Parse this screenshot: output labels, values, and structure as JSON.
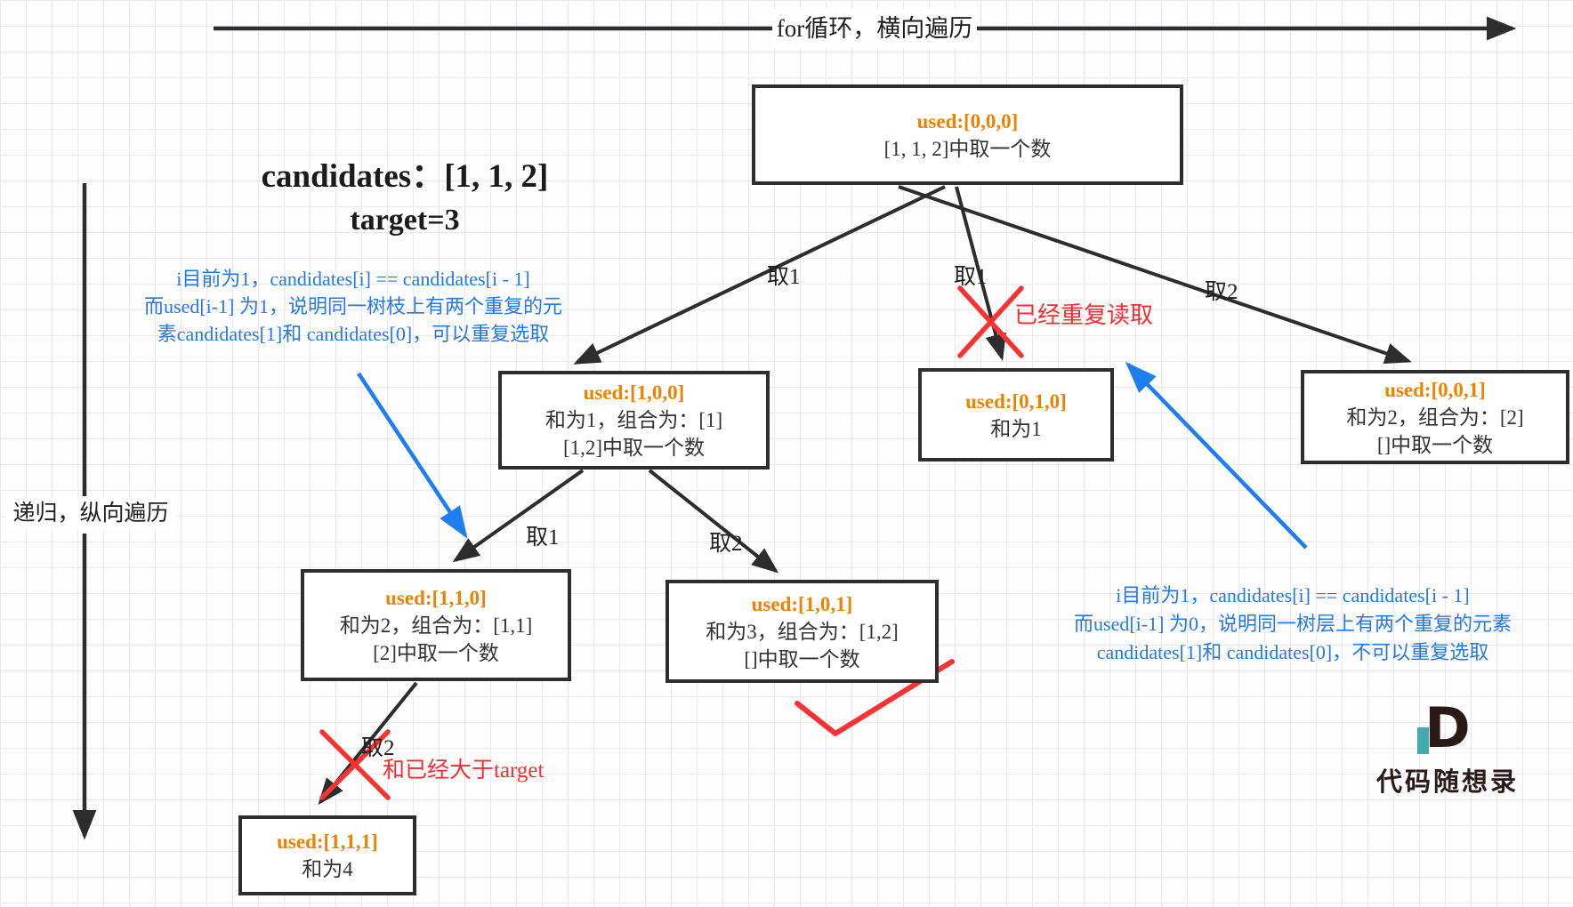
{
  "axes": {
    "horizontal_label": "for循环，横向遍历",
    "vertical_label": "递归，纵向遍历"
  },
  "problem": {
    "candidates": "candidates：[1, 1, 2]",
    "target": "target=3"
  },
  "notes": {
    "branch_note_lines": {
      "l1": "i目前为1，candidates[i] == candidates[i - 1]",
      "l2": "而used[i-1] 为1，说明同一树枝上有两个重复的元",
      "l3": "素candidates[1]和 candidates[0]，可以重复选取"
    },
    "layer_note_lines": {
      "l1": "i目前为1，candidates[i] == candidates[i - 1]",
      "l2": "而used[i-1] 为0，说明同一树层上有两个重复的元素",
      "l3": "candidates[1]和 candidates[0]，不可以重复选取"
    },
    "duplicate_read": "已经重复读取",
    "exceed_target": "和已经大于target"
  },
  "tree": {
    "nodes": {
      "root": {
        "used": "used:[0,0,0]",
        "l2": "[1, 1, 2]中取一个数"
      },
      "n100": {
        "used": "used:[1,0,0]",
        "l2": "和为1，组合为：[1]",
        "l3": "[1,2]中取一个数"
      },
      "n010": {
        "used": "used:[0,1,0]",
        "l2": "和为1"
      },
      "n001": {
        "used": "used:[0,0,1]",
        "l2": "和为2，组合为：[2]",
        "l3": "[]中取一个数"
      },
      "n110": {
        "used": "used:[1,1,0]",
        "l2": "和为2，组合为：[1,1]",
        "l3": "[2]中取一个数"
      },
      "n101": {
        "used": "used:[1,0,1]",
        "l2": "和为3，组合为：[1,2]",
        "l3": "[]中取一个数"
      },
      "n111": {
        "used": "used:[1,1,1]",
        "l2": "和为4"
      }
    },
    "edge_labels": {
      "root_left": "取1",
      "root_mid": "取1",
      "root_right": "取2",
      "child_left": "取1",
      "child_right": "取2",
      "bottom": "取2"
    }
  },
  "logo": {
    "mark": "D",
    "text": "代码随想录"
  },
  "colors": {
    "used_orange": "#ef8201",
    "note_blue": "#2578e8",
    "arrow_blue": "#1e7ef0",
    "mark_red": "#fa3232",
    "line_black": "#2d2d2d"
  }
}
